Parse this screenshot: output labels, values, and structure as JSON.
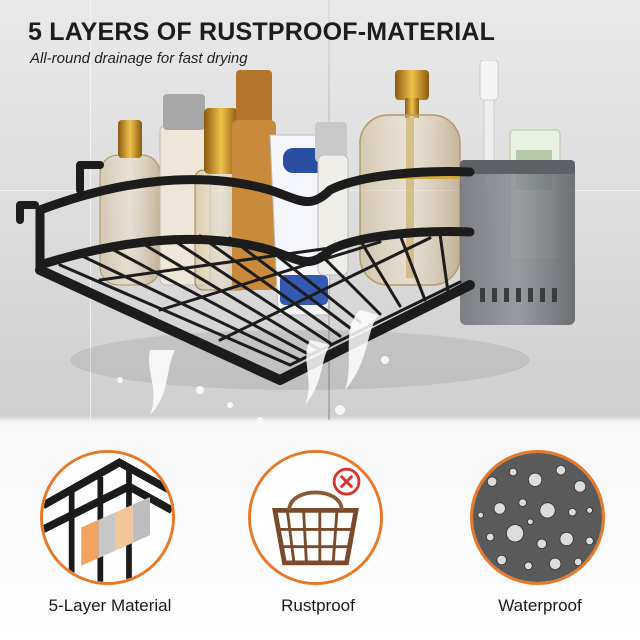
{
  "headline": "5 LAYERS OF RUSTPROOF-MATERIAL",
  "subline": "All-round drainage for fast drying",
  "colors": {
    "accent_ring": "#e8792a",
    "shelf": "#1c1c1c",
    "no_icon": "#d9342b"
  },
  "features": [
    {
      "label": "5-Layer Material",
      "icon": "layered-material-cross-section"
    },
    {
      "label": "Rustproof",
      "icon": "rusty-basket-with-cross-icon"
    },
    {
      "label": "Waterproof",
      "icon": "water-droplets-surface"
    }
  ]
}
